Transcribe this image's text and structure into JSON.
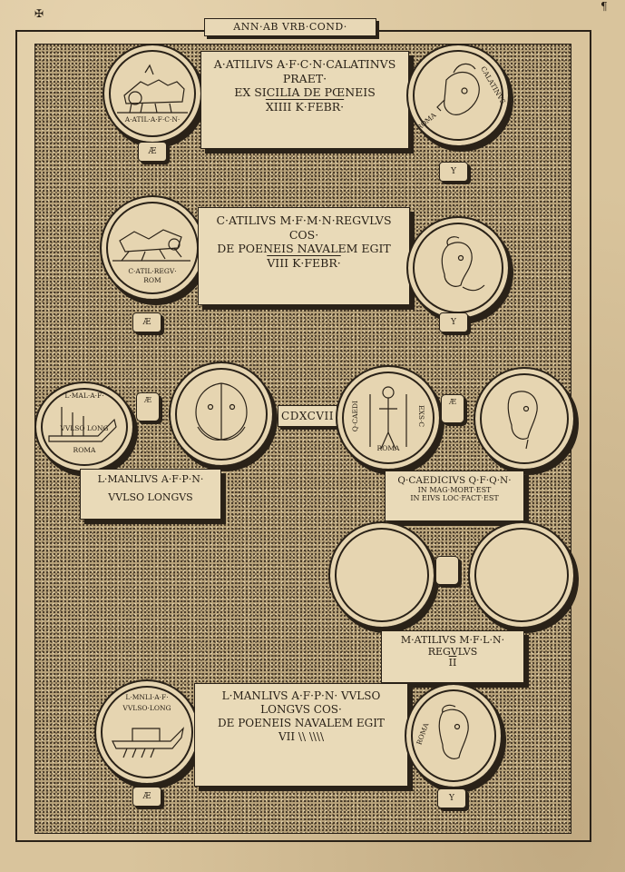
{
  "header": "ANN·AB VRB·COND·",
  "page_marks": {
    "left": "✠",
    "right": "¶"
  },
  "entries": [
    {
      "id": "calatinus",
      "lines": [
        "A·ATILIVS A·F·C·N·CALATINVS",
        "PRAET·",
        "EX SICILIA DE PŒNEIS",
        "XIIII K·FEBR·"
      ],
      "left_coin": {
        "legend": "A·ATIL·A·F·C·N·",
        "motif": "quadriga"
      },
      "right_coin": {
        "legend_right": "CALATINVS",
        "legend_left": "ROMA",
        "motif": "helmeted-head"
      },
      "left_tab": "Æ",
      "right_tab": "Y"
    },
    {
      "id": "regulus",
      "lines": [
        "C·ATILIVS M·F·M·N·REGVLVS",
        "COS·",
        "DE POENEIS NAVALEM EGIT",
        "VIII K·FEBR·"
      ],
      "left_coin": {
        "legend": "C·ATIL·REGV·",
        "legend2": "ROM",
        "motif": "biga"
      },
      "right_coin": {
        "motif": "female-head"
      },
      "left_tab": "Æ",
      "right_tab": "Y"
    },
    {
      "id": "manlius-1",
      "lines": [
        "L·MANLIVS A·F·P·N·",
        "VVLSO LONGVS"
      ],
      "left_coin": {
        "legend": "L·MAL·A·F·",
        "legend2": "VVLSO LONG",
        "legend3": "ROMA",
        "motif": "prow"
      },
      "right_coin": {
        "motif": "janus-head"
      },
      "mid_tab": "Æ"
    },
    {
      "id": "caedicius",
      "lines": [
        "Q·CAEDICIVS Q·F·Q·N·",
        "IN MAG·MORT·EST",
        "IN EIVS LOC·FACT·EST"
      ],
      "left_coin": {
        "legend_left": "Q·CAEDI",
        "legend_right": "EXS·C",
        "legend3": "ROMA",
        "motif": "standing-figure"
      },
      "right_coin": {
        "motif": "female-head"
      },
      "mid_tab": "Æ"
    },
    {
      "id": "regulus-2",
      "lines": [
        "M·ATILIVS M·F·L·N·",
        "REGVLVS",
        "II"
      ],
      "left_coin": {
        "motif": "blank"
      },
      "right_coin": {
        "motif": "blank"
      }
    },
    {
      "id": "manlius-2",
      "lines": [
        "L·MANLIVS A·F·P·N· VVLSO",
        "LONGVS COS·",
        "DE POENEIS NAVALEM EGIT",
        "VII \\\\ \\\\\\\\"
      ],
      "left_coin": {
        "legend": "L·MNLI·A·F·",
        "legend2": "VVLSO·LONG",
        "motif": "ship"
      },
      "right_coin": {
        "legend_left": "ROMA",
        "motif": "female-head"
      },
      "left_tab": "Æ",
      "right_tab": "Y"
    }
  ],
  "year_marker": "CDXCVII"
}
